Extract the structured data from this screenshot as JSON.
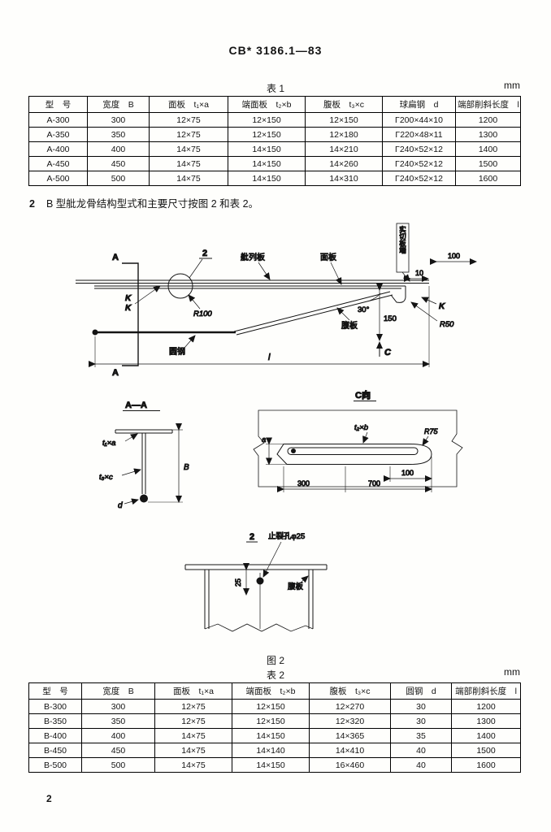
{
  "doc": {
    "header": "CB* 3186.1—83",
    "page_number": "2"
  },
  "para": {
    "num": "2",
    "text": "B 型舭龙骨结构型式和主要尺寸按图 2 和表 2。"
  },
  "table1": {
    "caption": "表 1",
    "unit": "mm",
    "headers": [
      "型　号",
      "宽度　B",
      "面板　t₁×a",
      "端面板　t₂×b",
      "腹板　t₃×c",
      "球扁钢　d",
      "端部削斜长度　l"
    ],
    "rows": [
      [
        "A-300",
        "300",
        "12×75",
        "12×150",
        "12×150",
        "Γ200×44×10",
        "1200"
      ],
      [
        "A-350",
        "350",
        "12×75",
        "12×150",
        "12×180",
        "Γ220×48×11",
        "1300"
      ],
      [
        "A-400",
        "400",
        "14×75",
        "14×150",
        "14×210",
        "Γ240×52×12",
        "1400"
      ],
      [
        "A-450",
        "450",
        "14×75",
        "14×150",
        "14×260",
        "Γ240×52×12",
        "1500"
      ],
      [
        "A-500",
        "500",
        "14×75",
        "14×150",
        "14×310",
        "Γ240×52×12",
        "1600"
      ]
    ]
  },
  "table2": {
    "caption": "表 2",
    "unit": "mm",
    "headers": [
      "型　号",
      "宽度　B",
      "面板　t₁×a",
      "端面板　t₂×b",
      "腹板　t₃×c",
      "圆钢　d",
      "端部削斜长度　l"
    ],
    "rows": [
      [
        "B-300",
        "300",
        "12×75",
        "12×150",
        "12×270",
        "30",
        "1200"
      ],
      [
        "B-350",
        "350",
        "12×75",
        "12×150",
        "12×320",
        "30",
        "1300"
      ],
      [
        "B-400",
        "400",
        "14×75",
        "14×150",
        "14×365",
        "35",
        "1400"
      ],
      [
        "B-450",
        "450",
        "14×75",
        "14×140",
        "14×410",
        "40",
        "1500"
      ],
      [
        "B-500",
        "500",
        "14×75",
        "14×150",
        "16×460",
        "40",
        "1600"
      ]
    ]
  },
  "figure": {
    "caption": "图 2",
    "main": {
      "callout_num": "2",
      "shell_label": "舭列板",
      "face_label": "面板",
      "web_label": "腹板",
      "bar_label": "圆钢",
      "end_label": "实切板端",
      "dim_100": "100",
      "dim_10": "10",
      "dim_150": "150",
      "angle": "30°",
      "r100": "R100",
      "r50": "R50",
      "k": "K",
      "a_mark": "A",
      "c_mark": "C",
      "len": "l"
    },
    "section_aa": {
      "title": "A—A",
      "t1a": "t₁×a",
      "t3c": "t₃×c",
      "b": "B",
      "d": "d"
    },
    "view_c": {
      "title": "C向",
      "t2b": "t₂×b",
      "r75": "R75",
      "a": "a",
      "d300": "300",
      "d700": "700",
      "d100": "100"
    },
    "detail": {
      "title": "2",
      "hole_label": "止裂孔φ25",
      "web_label": "腹板",
      "d25": "25"
    }
  }
}
